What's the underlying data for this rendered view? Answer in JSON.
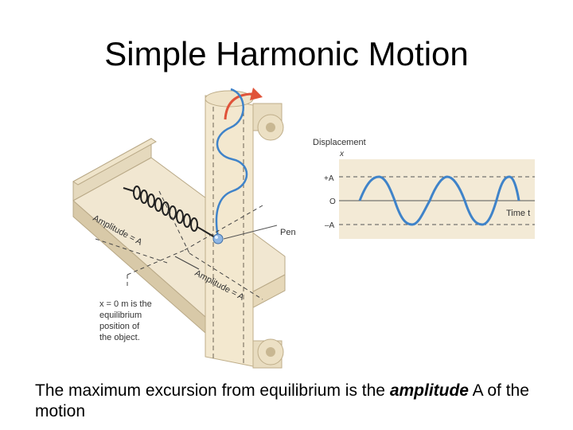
{
  "slide": {
    "title": "Simple Harmonic Motion"
  },
  "figure": {
    "graph": {
      "y_axis_label": "Displacement",
      "y_symbol": "x",
      "pos_amp_label": "+A",
      "zero_label": "O",
      "neg_amp_label": "–A",
      "time_label": "Time t"
    },
    "apparatus": {
      "pen_label": "Pen",
      "amplitude_label_left": "Amplitude = A",
      "amplitude_label_right": "Amplitude = A",
      "equilibrium_note_line1": "x = 0 m is the",
      "equilibrium_note_line2": "equilibrium",
      "equilibrium_note_line3": "position of",
      "equilibrium_note_line4": "the object."
    },
    "colors": {
      "wood": "#f1e7d1",
      "wood_dark": "#ddcfb2",
      "paper": "#f4ead4",
      "trace": "#3f83c9",
      "arrow": "#e0533a",
      "graph_bg": "#f3ead6"
    }
  },
  "caption": {
    "before": "The maximum excursion from equilibrium is the ",
    "emphasis": "amplitude",
    "after": " A of the motion"
  }
}
